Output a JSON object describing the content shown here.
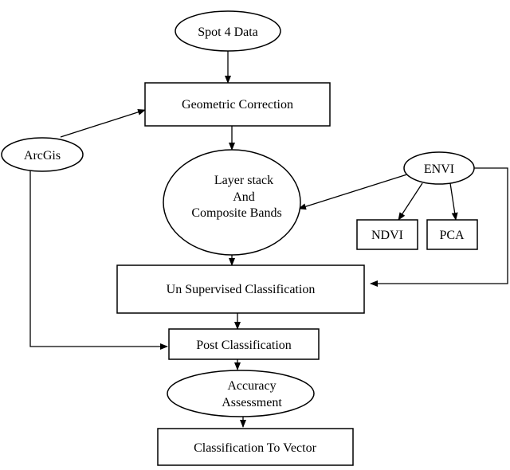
{
  "nodes": {
    "spot4": {
      "label": "Spot 4 Data"
    },
    "geometric": {
      "label": "Geometric Correction"
    },
    "arcgis": {
      "label": "ArcGis"
    },
    "layerstack": {
      "lines": [
        "Layer stack",
        "And",
        "Composite Bands"
      ]
    },
    "envi": {
      "label": "ENVI"
    },
    "ndvi": {
      "label": "NDVI"
    },
    "pca": {
      "label": "PCA"
    },
    "unsupervised": {
      "label": "Un Supervised Classification"
    },
    "post": {
      "label": "Post Classification"
    },
    "accuracy": {
      "lines": [
        "Accuracy",
        "Assessment"
      ]
    },
    "vector": {
      "label": "Classification To Vector"
    }
  }
}
